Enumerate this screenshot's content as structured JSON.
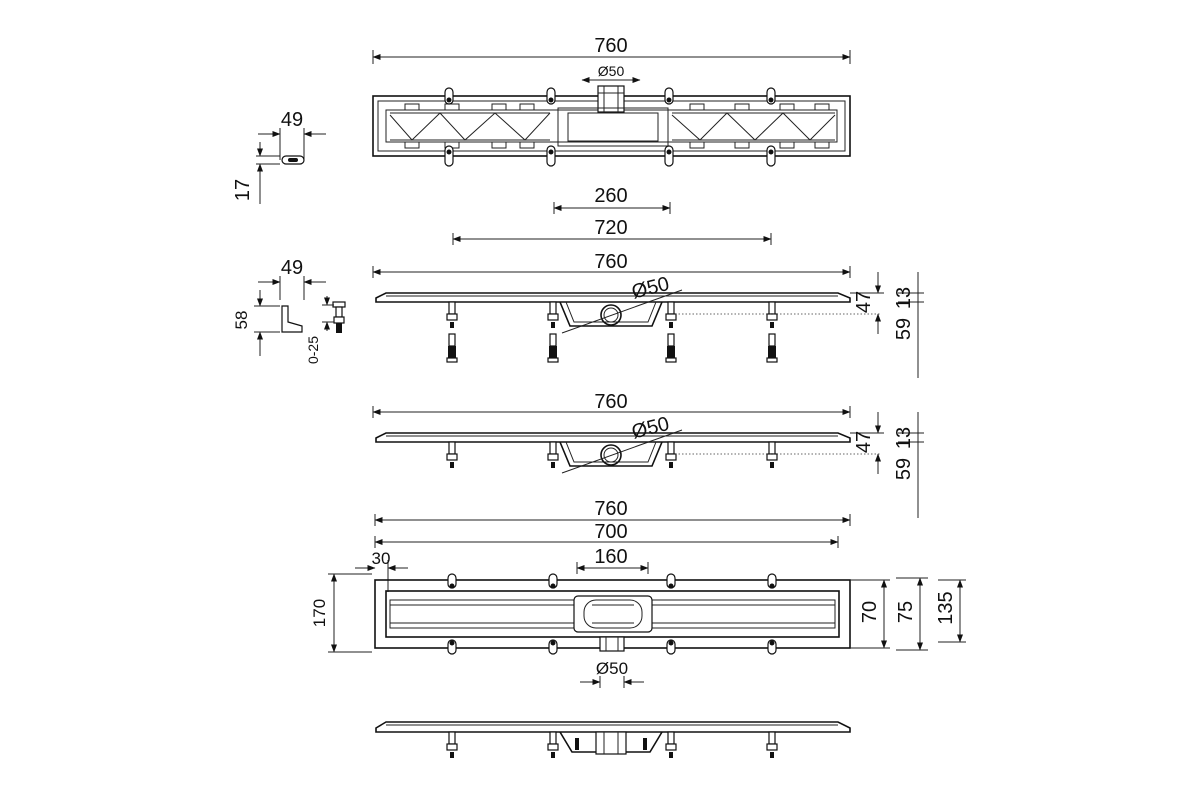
{
  "top_view": {
    "width_label": "760",
    "outlet_label": "Ø50"
  },
  "clip_top": {
    "width_label": "49",
    "height_label": "17"
  },
  "side_view_1": {
    "dim_a_label": "260",
    "dim_b_label": "720",
    "dim_c_label": "760",
    "outlet_label": "Ø50",
    "height_label": "47",
    "right_a_label": "59",
    "right_b_label": "13"
  },
  "clip_side": {
    "width_label": "49",
    "height_label": "58",
    "adjust_label": "0-25"
  },
  "side_view_2": {
    "width_label": "760",
    "outlet_label": "Ø50",
    "height_label": "47",
    "right_a_label": "59",
    "right_b_label": "13"
  },
  "plan_view": {
    "overall_label": "760",
    "inner_label": "700",
    "offset_label": "30",
    "sump_label": "160",
    "depth_label": "170",
    "right_a_label": "70",
    "right_b_label": "75",
    "right_c_label": "135",
    "outlet_label": "Ø50"
  }
}
